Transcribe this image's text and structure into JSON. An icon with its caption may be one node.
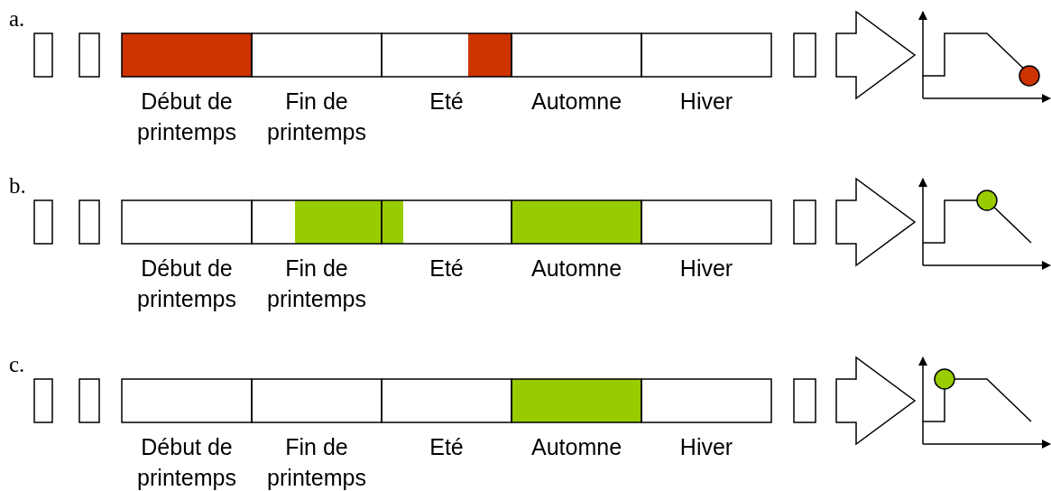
{
  "diagram": {
    "nodes": [
      {
        "text": [],
        "shape": "box"
      },
      {
        "text": [],
        "shape": "box"
      },
      {
        "text": [],
        "shape": "box"
      },
      {
        "text": [],
        "shape": "picture"
      },
      {
        "text": [],
        "shape": "box"
      },
      {
        "text": [],
        "shape": "box"
      },
      {
        "text": [],
        "shape": "box"
      },
      {
        "text": [],
        "shape": "picture"
      },
      {
        "text": [],
        "shape": "box"
      },
      {
        "text": [],
        "shape": "box"
      },
      {
        "text": [],
        "shape": "box"
      },
      {
        "text": [],
        "shape": "picture"
      }
    ],
    "edges": [
      {
        "from": 2,
        "to": 3,
        "arrow": "to"
      },
      {
        "from": 6,
        "to": 7,
        "arrow": "to"
      },
      {
        "from": 10,
        "to": 11,
        "arrow": "to"
      }
    ],
    "labels": [
      "a.",
      "Début de printemps",
      "Fin de printemps",
      "Eté",
      "Automne",
      "Hiver",
      "b.",
      "Début de printemps",
      "Fin de printemps",
      "Eté",
      "Automne",
      "Hiver",
      "c.",
      "Début de printemps",
      "Fin de printemps",
      "Eté",
      "Automne",
      "Hiver"
    ]
  }
}
